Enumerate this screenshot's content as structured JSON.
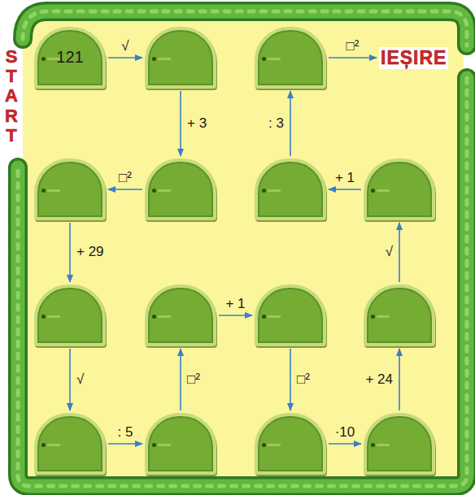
{
  "diagram": {
    "nodes": [
      {
        "text": [
          "121"
        ]
      },
      {
        "text": []
      },
      {
        "text": []
      },
      {
        "text": [
          "IEȘIRE"
        ]
      },
      {
        "text": []
      },
      {
        "text": []
      },
      {
        "text": []
      },
      {
        "text": []
      },
      {
        "text": []
      },
      {
        "text": []
      },
      {
        "text": []
      },
      {
        "text": []
      },
      {
        "text": []
      },
      {
        "text": []
      },
      {
        "text": []
      },
      {
        "text": []
      }
    ],
    "edges": [
      {
        "from": 0,
        "to": 1,
        "label": "√",
        "arrow": "to"
      },
      {
        "from": 1,
        "to": 5,
        "label": "+ 3",
        "arrow": "to"
      },
      {
        "from": 5,
        "to": 4,
        "label": "□²",
        "arrow": "to"
      },
      {
        "from": 4,
        "to": 8,
        "label": "+ 29",
        "arrow": "to"
      },
      {
        "from": 8,
        "to": 12,
        "label": "√",
        "arrow": "to"
      },
      {
        "from": 12,
        "to": 13,
        "label": ": 5",
        "arrow": "to"
      },
      {
        "from": 13,
        "to": 9,
        "label": "□²",
        "arrow": "to"
      },
      {
        "from": 9,
        "to": 10,
        "label": "+ 1",
        "arrow": "to"
      },
      {
        "from": 10,
        "to": 14,
        "label": "□²",
        "arrow": "to"
      },
      {
        "from": 14,
        "to": 15,
        "label": "·10",
        "arrow": "to"
      },
      {
        "from": 15,
        "to": 11,
        "label": "+ 24",
        "arrow": "to"
      },
      {
        "from": 11,
        "to": 7,
        "label": "√",
        "arrow": "to"
      },
      {
        "from": 7,
        "to": 6,
        "label": "+ 1",
        "arrow": "to"
      },
      {
        "from": 6,
        "to": 2,
        "label": ": 3",
        "arrow": "to"
      },
      {
        "from": 2,
        "to": 3,
        "label": "□²",
        "arrow": "to"
      }
    ],
    "labels": [
      "START"
    ]
  }
}
